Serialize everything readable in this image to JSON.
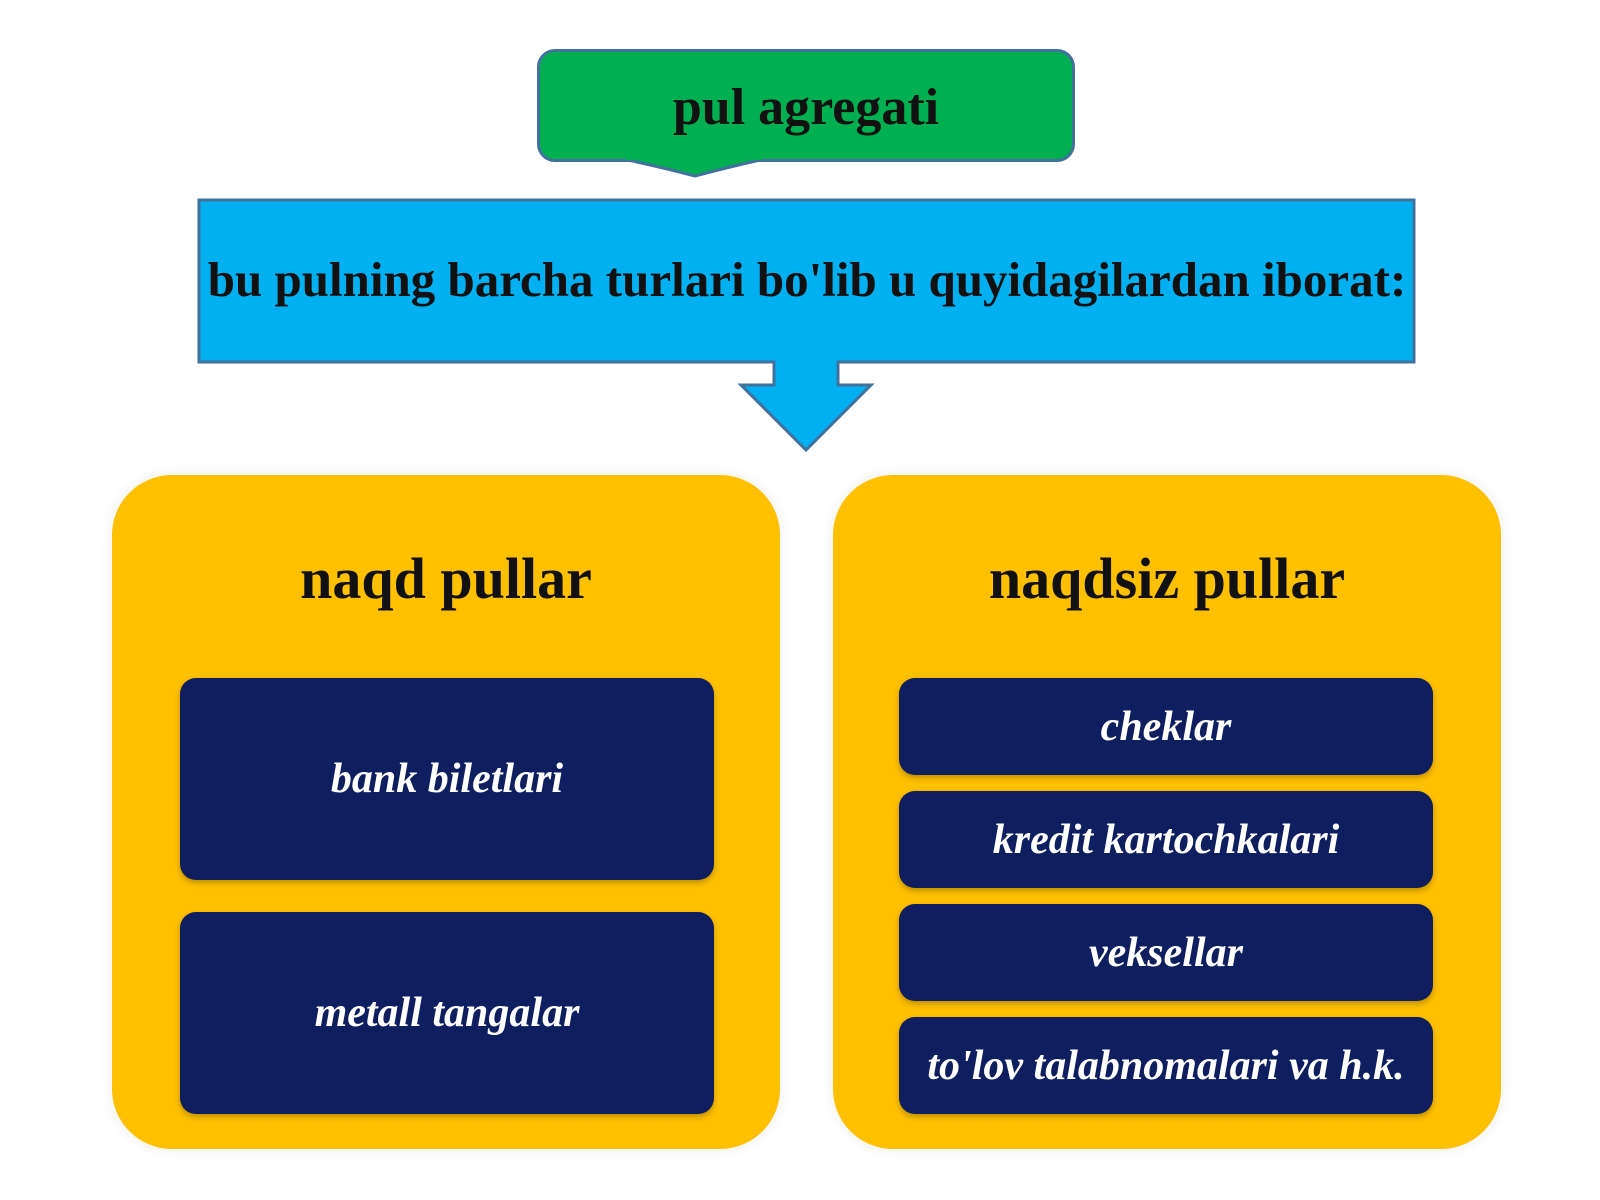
{
  "top": {
    "label": "pul agregati"
  },
  "banner": {
    "text": "bu pulning barcha turlari bo'lib u quyidagilardan iborat:"
  },
  "panels": [
    {
      "title": "naqd pullar",
      "items": [
        "bank biletlari",
        "metall tangalar"
      ]
    },
    {
      "title": "naqdsiz pullar",
      "items": [
        "cheklar",
        "kredit kartochkalari",
        "veksellar",
        "to'lov talabnomalari va h.k."
      ]
    }
  ],
  "colors": {
    "top_box": "#00b050",
    "banner": "#00b0f0",
    "panel": "#ffc000",
    "item": "#0e1e5e",
    "outline": "#41719c"
  }
}
